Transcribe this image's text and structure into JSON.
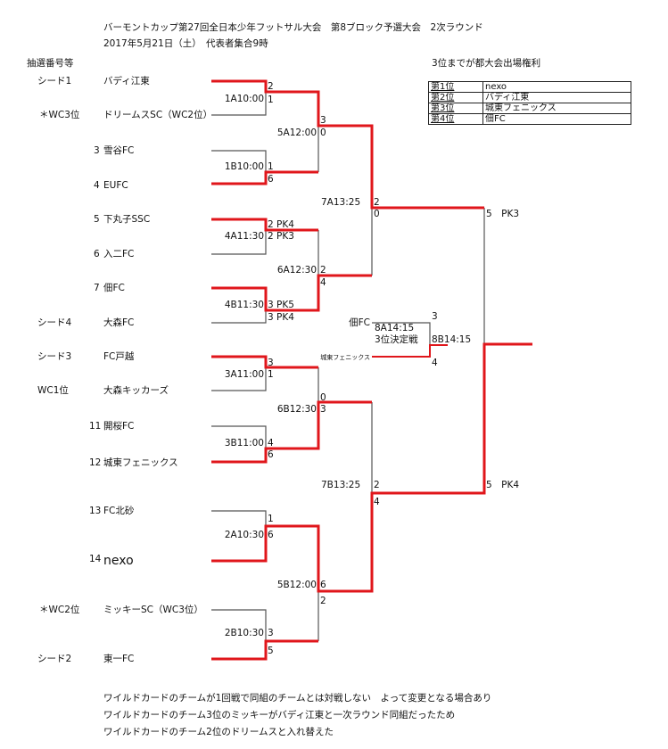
{
  "header": {
    "title": "バーモントカップ第27回全日本少年フットサル大会　第8ブロック予選大会　2次ラウンド",
    "date": "2017年5月21日（土）　代表者集合9時",
    "draw_label": "抽選番号等",
    "qualify_note": "3位までが都大会出場権利"
  },
  "ranking": [
    {
      "place": "第1位",
      "team": "nexo"
    },
    {
      "place": "第2位",
      "team": "バディ江東"
    },
    {
      "place": "第3位",
      "team": "城東フェニックス"
    },
    {
      "place": "第4位",
      "team": "佃FC"
    }
  ],
  "teams": [
    {
      "seed": "シード1",
      "name": "バディ江東"
    },
    {
      "seed": "＊WC3位",
      "name": "ドリームスSC（WC2位）"
    },
    {
      "seed": "",
      "num": "3",
      "name": "雪谷FC"
    },
    {
      "seed": "",
      "num": "4",
      "name": "EUFC"
    },
    {
      "seed": "",
      "num": "5",
      "name": "下丸子SSC"
    },
    {
      "seed": "",
      "num": "6",
      "name": "入二FC"
    },
    {
      "seed": "",
      "num": "7",
      "name": "佃FC"
    },
    {
      "seed": "シード4",
      "name": "大森FC"
    },
    {
      "seed": "シード3",
      "name": "FC戸越"
    },
    {
      "seed": "WC1位",
      "name": "大森キッカーズ"
    },
    {
      "seed": "",
      "num": "11",
      "name": "開桜FC"
    },
    {
      "seed": "",
      "num": "12",
      "name": "城東フェニックス"
    },
    {
      "seed": "",
      "num": "13",
      "name": "FC北砂"
    },
    {
      "seed": "",
      "num": "14",
      "name": "nexo"
    },
    {
      "seed": "＊WC2位",
      "name": "ミッキーSC（WC3位）"
    },
    {
      "seed": "シード2",
      "name": "東一FC"
    }
  ],
  "matches": {
    "m1A": {
      "label": "1A10:00",
      "top": "2",
      "bottom": "1"
    },
    "m1B": {
      "label": "1B10:00",
      "top": "1",
      "bottom": "6"
    },
    "m4A": {
      "label": "4A11:30",
      "top": "2 PK4",
      "bottom": "2 PK3"
    },
    "m4B": {
      "label": "4B11:30",
      "top": "3 PK5",
      "bottom": "3 PK4"
    },
    "m3A": {
      "label": "3A11:00",
      "top": "3",
      "bottom": "1"
    },
    "m3B": {
      "label": "3B11:00",
      "top": "4",
      "bottom": "6"
    },
    "m2A": {
      "label": "2A10:30",
      "top": "1",
      "bottom": "6"
    },
    "m2B": {
      "label": "2B10:30",
      "top": "3",
      "bottom": "5"
    },
    "m5A": {
      "label": "5A12:00",
      "top": "3",
      "bottom": "0"
    },
    "m6A": {
      "label": "6A12:30",
      "top": "2",
      "bottom": "4"
    },
    "m6B": {
      "label": "6B12:30",
      "top": "0",
      "bottom": "3"
    },
    "m5B": {
      "label": "5B12:00",
      "top": "6",
      "bottom": "2"
    },
    "m7A": {
      "label": "7A13:25",
      "top": "2",
      "bottom": "0"
    },
    "m7B": {
      "label": "7B13:25",
      "top": "2",
      "bottom": "4"
    },
    "final": {
      "top": "5　PK3",
      "bottom": "5　PK4"
    },
    "third": {
      "team_top": "佃FC",
      "team_bottom": "城東フェニックス",
      "label_a": "8A14:15",
      "title": "3位決定戦",
      "label_b": "8B14:15",
      "top": "3",
      "bottom": "4"
    }
  },
  "notes": [
    "ワイルドカードのチームが1回戦で同組のチームとは対戦しない　よって変更となる場合あり",
    "ワイルドカードのチーム3位のミッキーがバディ江東と一次ラウンド同組だったため",
    "ワイルドカードのチーム2位のドリームスと入れ替えた"
  ],
  "colors": {
    "winner_line": "#e0161b",
    "line": "#555555"
  }
}
